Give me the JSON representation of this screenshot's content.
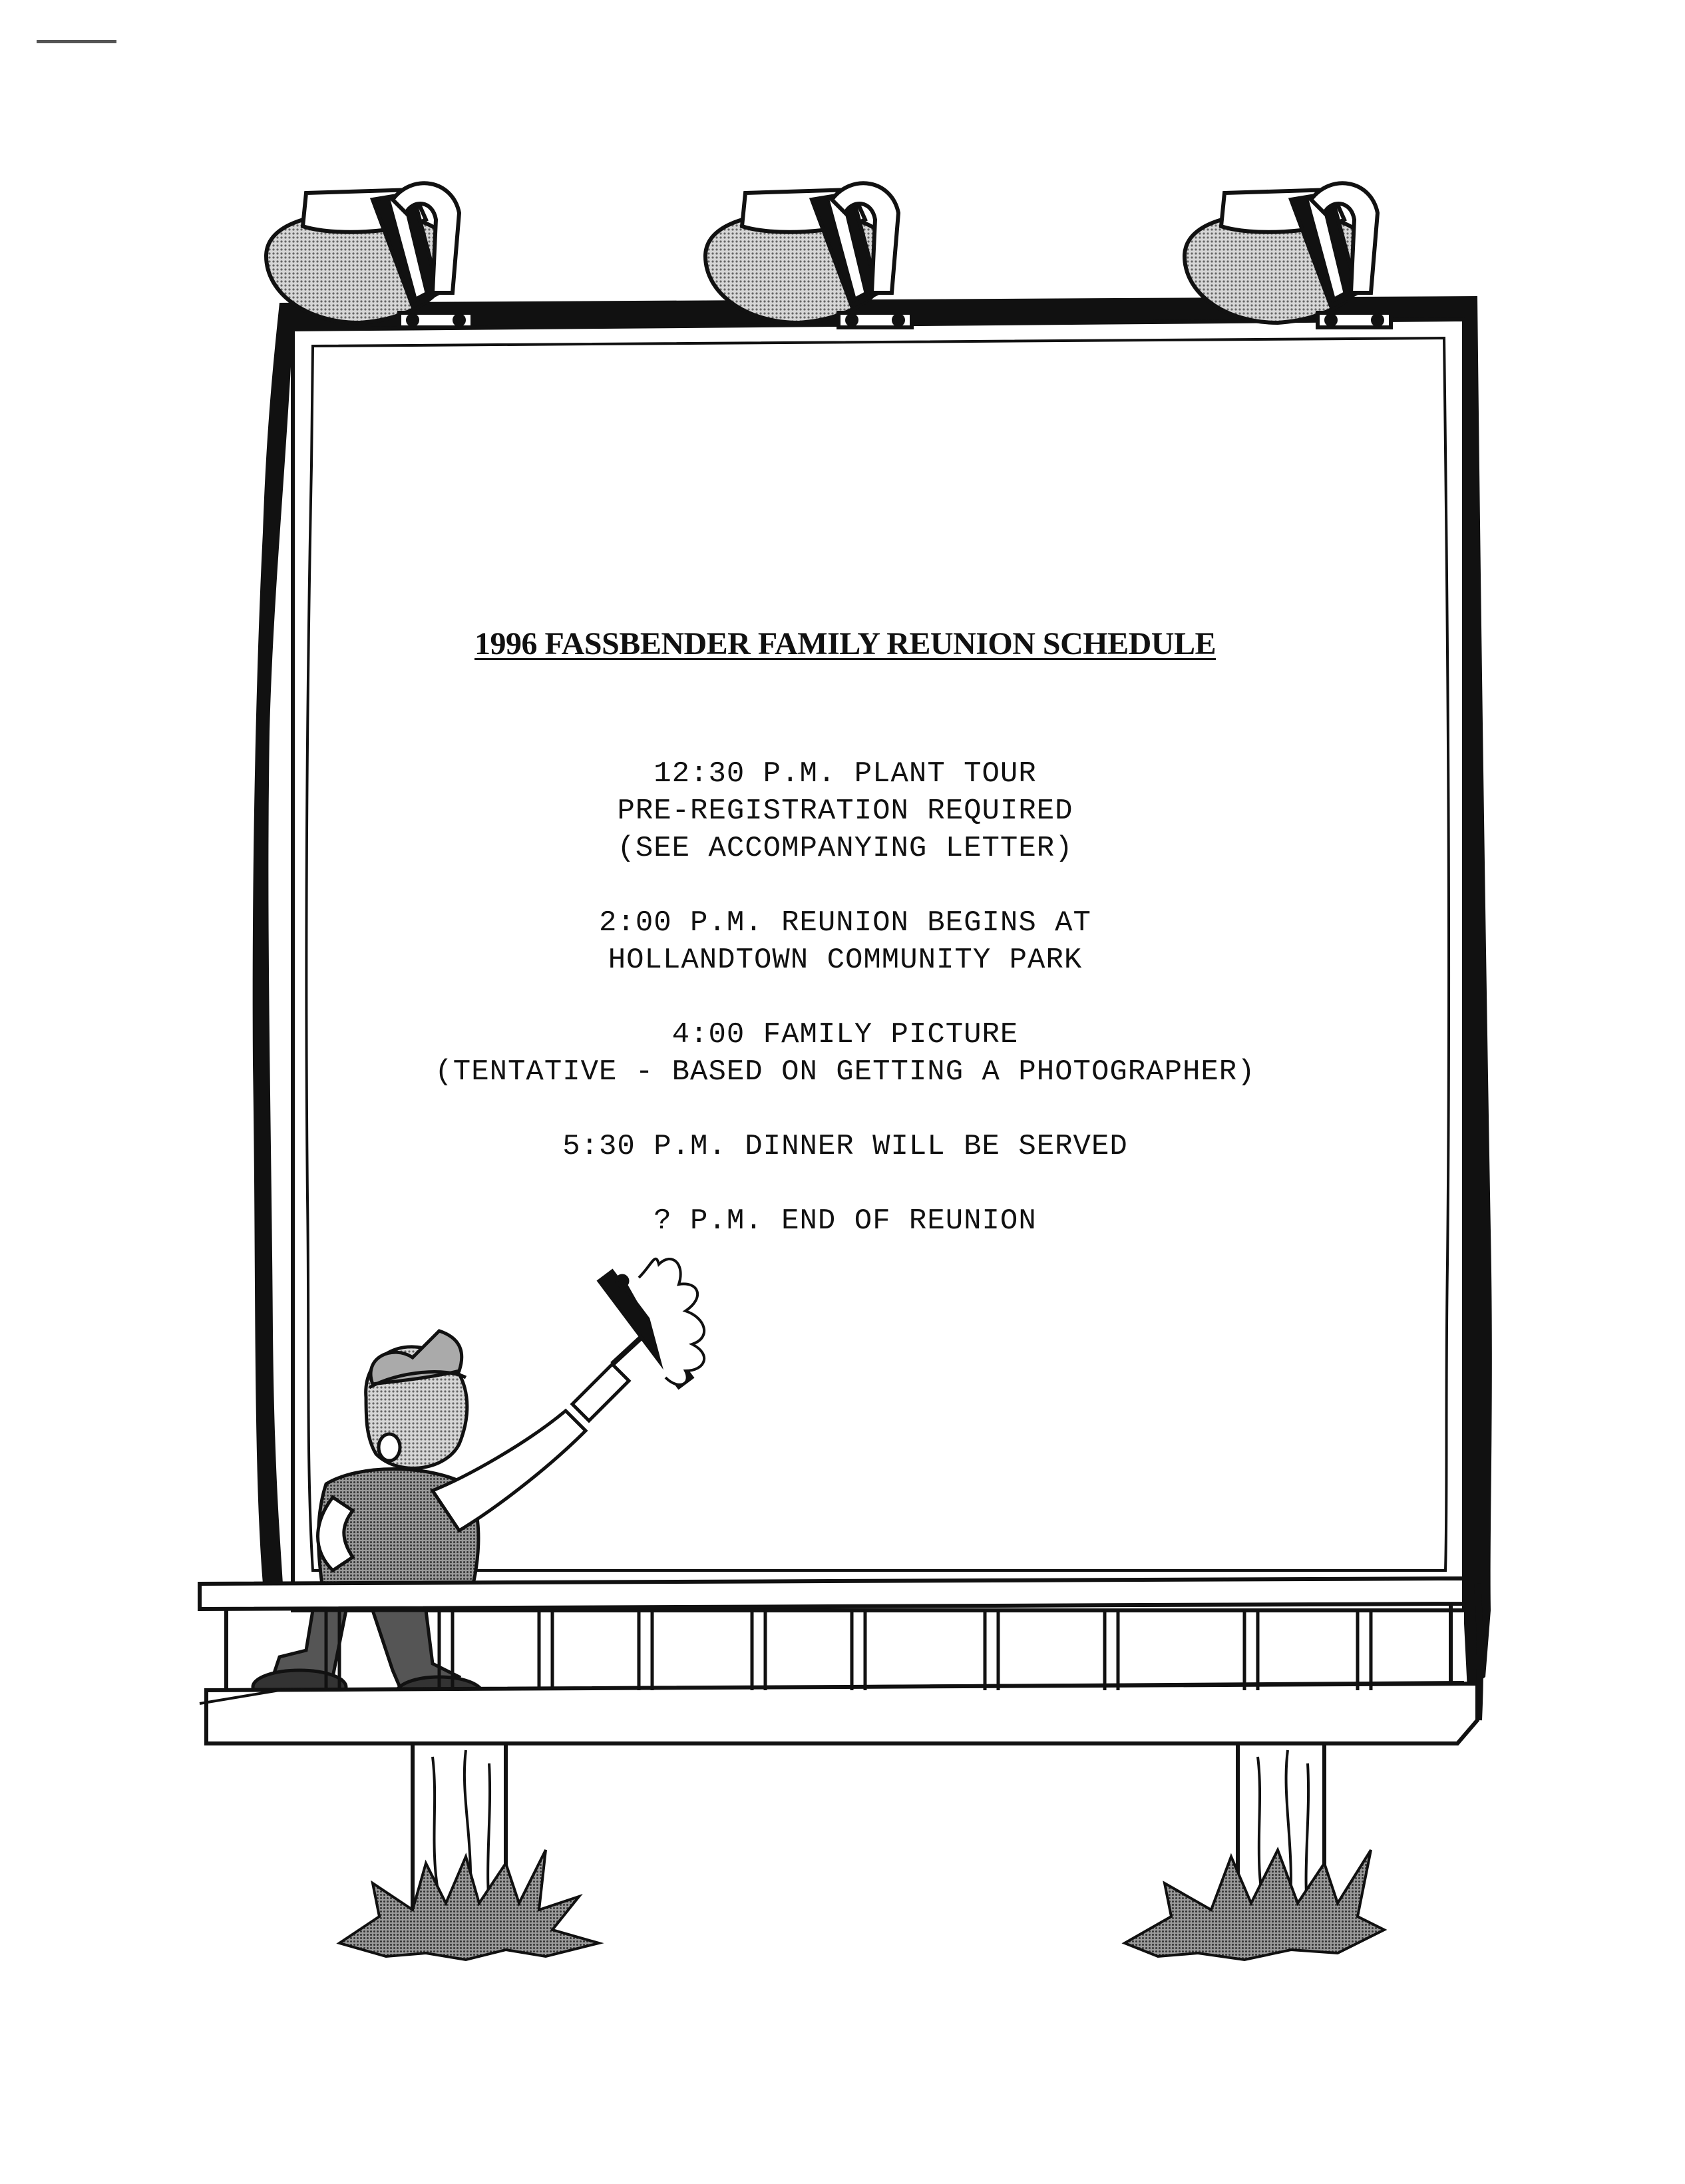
{
  "document": {
    "title": "1996 FASSBENDER FAMILY REUNION SCHEDULE",
    "entries": [
      {
        "lines": [
          "12:30 P.M. PLANT TOUR",
          "PRE-REGISTRATION REQUIRED",
          "(SEE ACCOMPANYING LETTER)"
        ]
      },
      {
        "lines": [
          "2:00 P.M. REUNION BEGINS AT",
          "HOLLANDTOWN COMMUNITY PARK"
        ]
      },
      {
        "lines": [
          "4:00 FAMILY PICTURE",
          "(TENTATIVE - BASED ON GETTING A PHOTOGRAPHER)"
        ]
      },
      {
        "lines": [
          "5:30 P.M. DINNER WILL BE SERVED"
        ]
      },
      {
        "lines": [
          "? P.M. END OF REUNION"
        ]
      }
    ]
  },
  "illustration": {
    "icons": [
      "spotlight-icon",
      "spotlight-icon",
      "spotlight-icon",
      "billboard-icon",
      "painter-icon",
      "paint-roller-icon",
      "railing-icon",
      "post-icon",
      "grass-icon"
    ],
    "ink_color": "#111111",
    "shade_color": "#8a8a8a"
  }
}
